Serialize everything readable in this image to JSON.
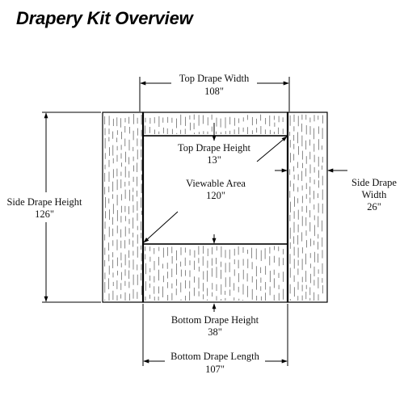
{
  "title": "Drapery Kit Overview",
  "labels": {
    "top_drape_width": "Top Drape Width",
    "top_drape_width_value": "108\"",
    "top_drape_height": "Top Drape Height",
    "top_drape_height_value": "13\"",
    "viewable_area": "Viewable Area",
    "viewable_area_value": "120\"",
    "side_drape_height": "Side Drape Height",
    "side_drape_height_value": "126\"",
    "side_drape_width_line1": "Side Drape",
    "side_drape_width_line2": "Width",
    "side_drape_width_value": "26\"",
    "bottom_drape_height": "Bottom Drape Height",
    "bottom_drape_height_value": "38\"",
    "bottom_drape_length": "Bottom Drape Length",
    "bottom_drape_length_value": "107\""
  }
}
